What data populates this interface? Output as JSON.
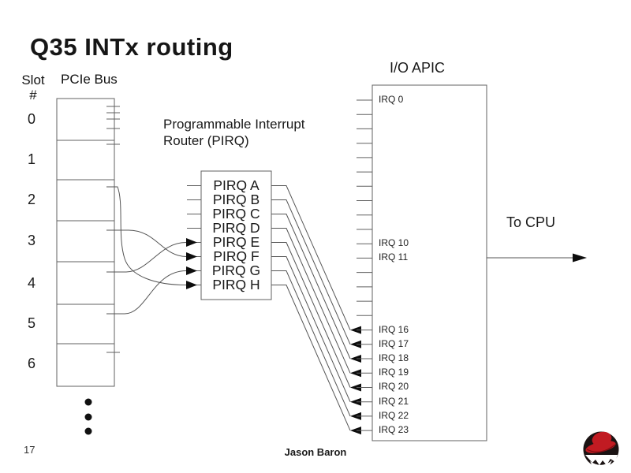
{
  "slide": {
    "title": "Q35 INTx routing",
    "page_number": "17",
    "footer_author": "Jason Baron"
  },
  "pcie": {
    "header_line1": "Slot",
    "header_line2": "#",
    "bus_label": "PCIe Bus",
    "slots": [
      "0",
      "1",
      "2",
      "3",
      "4",
      "5",
      "6"
    ]
  },
  "pirq": {
    "caption": "Programmable Interrupt Router (PIRQ)",
    "rows": [
      "PIRQ A",
      "PIRQ B",
      "PIRQ C",
      "PIRQ D",
      "PIRQ E",
      "PIRQ F",
      "PIRQ G",
      "PIRQ H"
    ]
  },
  "apic": {
    "title": "I/O APIC",
    "labels": [
      "IRQ 0",
      "IRQ 10",
      "IRQ 11",
      "IRQ 16",
      "IRQ 17",
      "IRQ 18",
      "IRQ 19",
      "IRQ 20",
      "IRQ 21",
      "IRQ 22",
      "IRQ 23"
    ]
  },
  "cpu": {
    "label": "To CPU"
  },
  "icons": {
    "logo": "red-hat-shadowman-logo"
  },
  "colors": {
    "line_gray": "#606060",
    "arrow_black": "#0d0d0d",
    "text": "#1a1a1a",
    "logo_red": "#c11b22",
    "logo_dark": "#1b1313"
  }
}
